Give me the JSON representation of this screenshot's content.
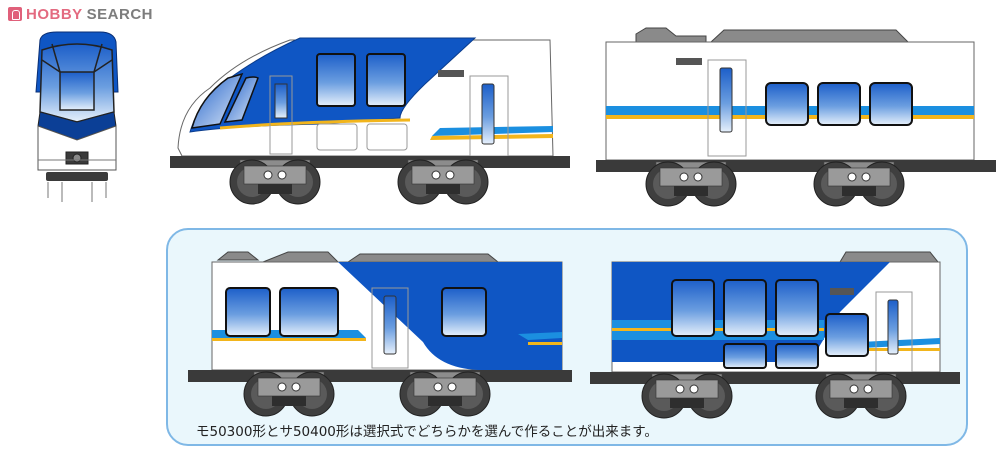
{
  "header": {
    "logo_brand": "HOBBY",
    "logo_word": "SEARCH"
  },
  "figure": {
    "front_view": {
      "label": "front-view"
    },
    "top_row": {
      "cars": [
        {
          "type": "cab-car",
          "livery": "blue-white"
        },
        {
          "type": "intermediate-car",
          "livery": "white"
        }
      ]
    },
    "option_panel": {
      "cars": [
        {
          "type": "mo50300",
          "livery": "white-blue-split"
        },
        {
          "type": "sa50400",
          "livery": "blue"
        }
      ],
      "caption": "モ50300形とサ50400形は選択式でどちらかを選んで作ることが出来ます。"
    }
  },
  "colors": {
    "body_blue": "#0f56c4",
    "stripe_light_blue": "#1b8fe0",
    "stripe_yellow": "#f2b51c",
    "body_white": "#ffffff",
    "roof_gray": "#8a8a8a",
    "undercarriage": "#3a3a3a",
    "panel_bg": "#eaf7fc",
    "panel_border": "#7fb8e6",
    "logo_pink": "#e36a80",
    "logo_gray": "#7d7d7d"
  }
}
